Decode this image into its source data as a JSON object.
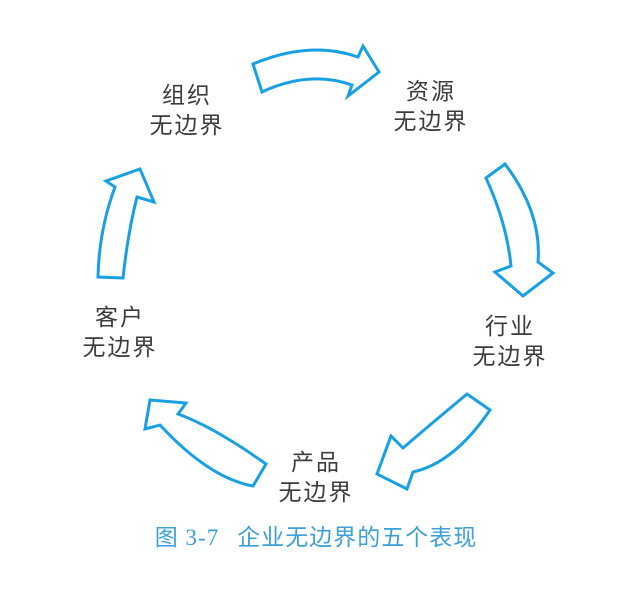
{
  "figure": {
    "type": "cycle-diagram",
    "caption": {
      "label": "图 3-7",
      "title": "企业无边界的五个表现"
    },
    "nodes": [
      {
        "id": "organization",
        "line1": "组织",
        "line2": "无边界"
      },
      {
        "id": "resources",
        "line1": "资源",
        "line2": "无边界"
      },
      {
        "id": "industry",
        "line1": "行业",
        "line2": "无边界"
      },
      {
        "id": "product",
        "line1": "产品",
        "line2": "无边界"
      },
      {
        "id": "customer",
        "line1": "客户",
        "line2": "无边界"
      }
    ],
    "flow": [
      {
        "from": "组织无边界",
        "to": "资源无边界"
      },
      {
        "from": "资源无边界",
        "to": "行业无边界"
      },
      {
        "from": "行业无边界",
        "to": "产品无边界"
      },
      {
        "from": "产品无边界",
        "to": "客户无边界"
      },
      {
        "from": "客户无边界",
        "to": "组织无边界"
      }
    ],
    "colors": {
      "arrow": "#18a0e4",
      "caption": "#3ba0da",
      "label": "#3c3c3c",
      "background": "#ffffff"
    }
  }
}
